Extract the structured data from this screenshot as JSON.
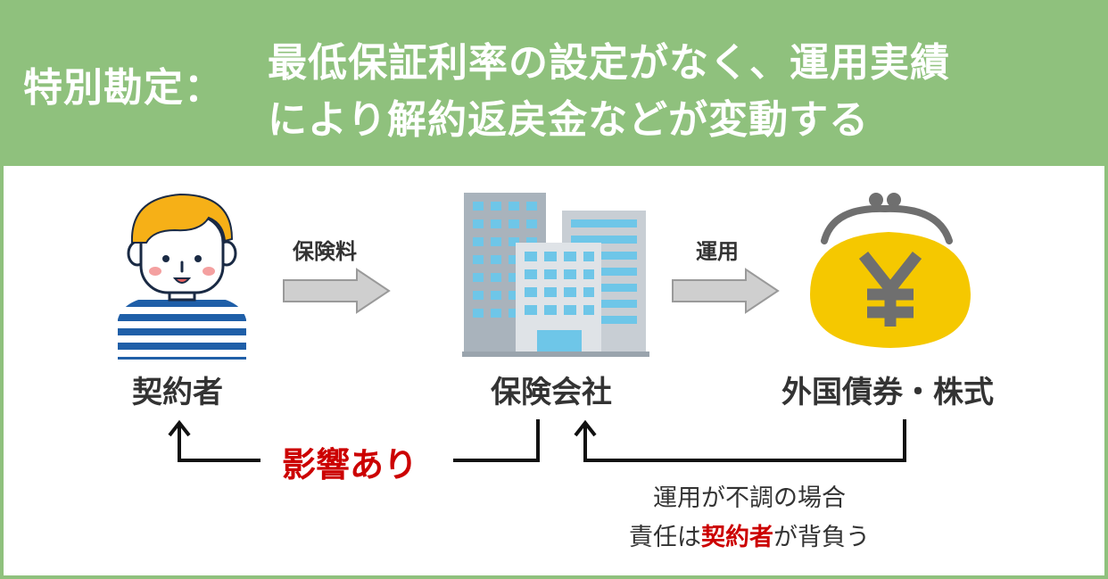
{
  "header": {
    "label": "特別勘定：",
    "line1": "最低保証利率の設定がなく、運用実績",
    "line2": "により解約返戻金などが変動する"
  },
  "nodes": {
    "contractor": "契約者",
    "insurer": "保険会社",
    "investments": "外国債券・株式"
  },
  "flows": {
    "premium": "保険料",
    "investment": "運用"
  },
  "feedback": {
    "influence": "影響あり",
    "note_line1": "運用が不調の場合",
    "note_line2_prefix": "責任は",
    "note_line2_emphasis": "契約者",
    "note_line2_suffix": "が背負う"
  },
  "colors": {
    "header_bg": "#8fc17d",
    "emphasis_red": "#cc0000",
    "arrow_gray": "#c8c8c8",
    "coin_purse_yellow": "#f5c800"
  },
  "icons": {
    "currency_symbol": "¥"
  }
}
